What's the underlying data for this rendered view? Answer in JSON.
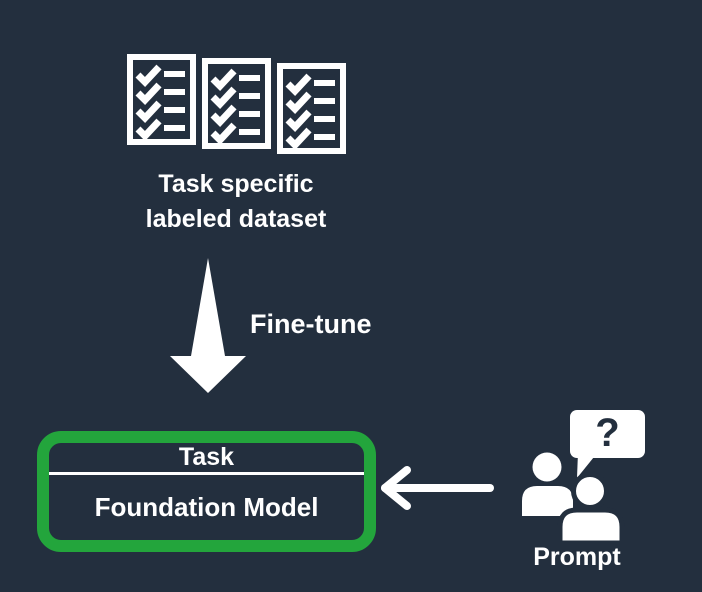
{
  "colors": {
    "background": "#232F3E",
    "highlight_green": "#23A53C",
    "icon_white": "#FFFFFF"
  },
  "dataset": {
    "icon": "checklist-icon",
    "icon_count": 3,
    "caption_line1": "Task specific",
    "caption_line2": "labeled dataset"
  },
  "finetune": {
    "label": "Fine-tune",
    "arrow": "down-arrow"
  },
  "model_box": {
    "task_label": "Task",
    "model_label": "Foundation Model"
  },
  "prompt_group": {
    "bubble_glyph": "?",
    "icon": "users-question-icon",
    "label": "Prompt",
    "arrow": "left-arrow"
  }
}
